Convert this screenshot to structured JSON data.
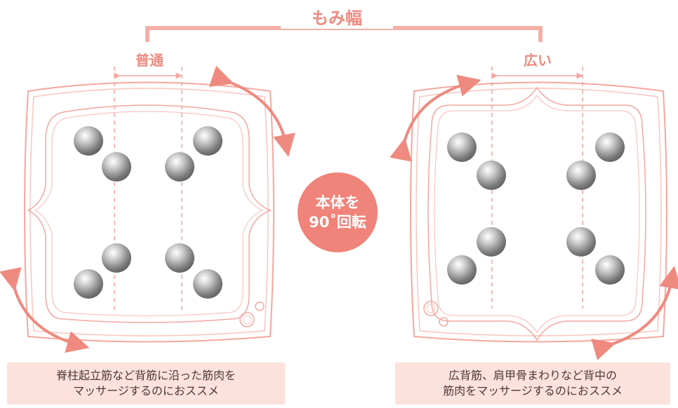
{
  "labels": {
    "width": "もみ幅",
    "normal": "普通",
    "wide": "広い"
  },
  "rotate_badge": {
    "line1": "本体を",
    "line2": "90˚回転"
  },
  "captions": {
    "left": {
      "line1": "脊柱起立筋など背筋に沿った筋肉を",
      "line2": "マッサージするのにおススメ"
    },
    "right": {
      "line1": "広背筋、肩甲骨まわりなど背中の",
      "line2": "筋肉をマッサージするのにおススメ"
    }
  },
  "colors": {
    "accent": "#ee8a7f",
    "outline": "#f4a79f",
    "caption_bg": "#fde1dc",
    "badge": "#f0837a",
    "ball": "#8a8a8a"
  }
}
